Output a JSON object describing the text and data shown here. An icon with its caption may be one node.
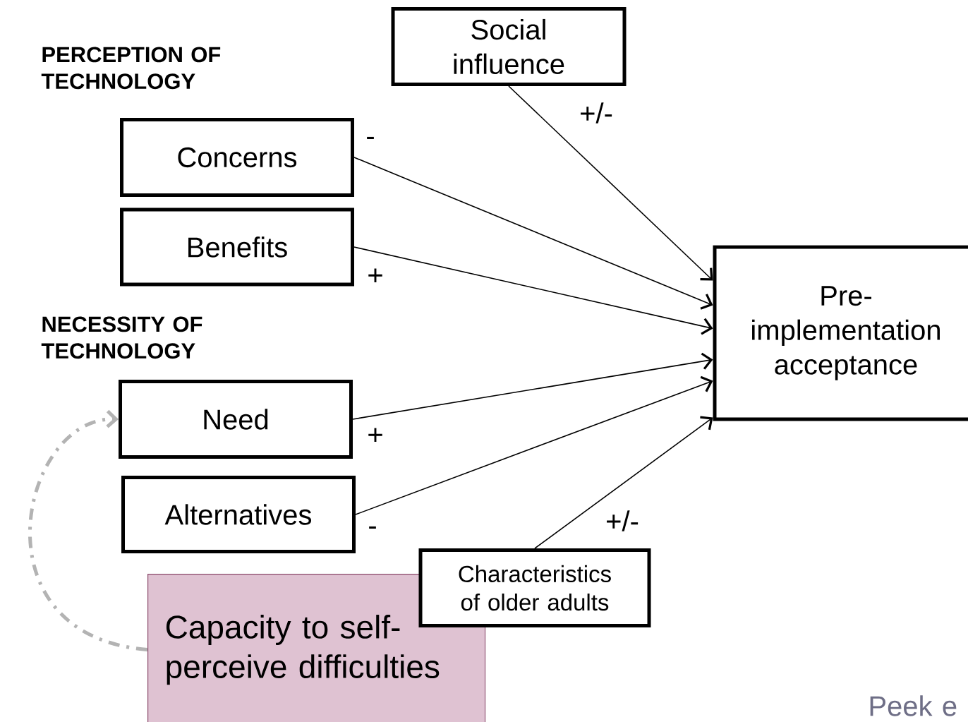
{
  "diagram": {
    "nodes": [
      {
        "text": [
          "Social influence"
        ]
      },
      {
        "text": [
          "Concerns"
        ]
      },
      {
        "text": [
          "Benefits"
        ]
      },
      {
        "text": [
          "Need"
        ]
      },
      {
        "text": [
          "Alternatives"
        ]
      },
      {
        "text": [
          "Pre-implementation acceptance"
        ]
      },
      {
        "text": [
          "Characteristics of older adults"
        ]
      },
      {
        "text": [
          "Capacity to self-perceive difficulties"
        ]
      }
    ],
    "edges": [
      {
        "from": 0,
        "to": 5,
        "arrow": "to",
        "label": "+/-"
      },
      {
        "from": 1,
        "to": 5,
        "arrow": "to",
        "label": "-"
      },
      {
        "from": 2,
        "to": 5,
        "arrow": "to",
        "label": "+"
      },
      {
        "from": 3,
        "to": 5,
        "arrow": "to",
        "label": "+"
      },
      {
        "from": 4,
        "to": 5,
        "arrow": "to",
        "label": "-"
      },
      {
        "from": 6,
        "to": 5,
        "arrow": "to",
        "label": "+/-"
      },
      {
        "from": 7,
        "to": 3,
        "arrow": "to",
        "style": "dashed",
        "color": "#b3b3b3"
      }
    ],
    "labels": [
      "PERCEPTION OF TECHNOLOGY",
      "NECESSITY OF TECHNOLOGY",
      "Peek e"
    ]
  }
}
